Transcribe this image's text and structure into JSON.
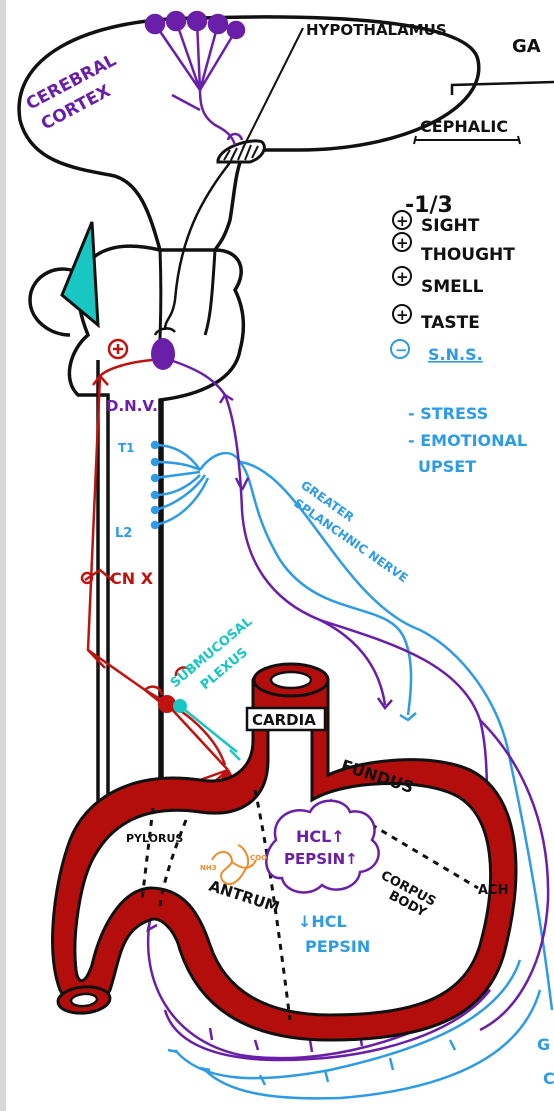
{
  "labels": {
    "hypothalamus": "HYPOTHALAMUS",
    "ga_fragment": "GA",
    "cerebral": "CEREBRAL",
    "cortex": "CORTEX",
    "cephalic": "CEPHALIC",
    "fraction": "-1/3",
    "dnv": "D.N.V.",
    "t1": "T1",
    "l2": "L2",
    "cnx": "CN X",
    "greater": "GREATER",
    "splanchnic": "SPLANCHNIC NERVE",
    "submucosal": "SUBMUCOSAL",
    "plexus": "PLEXUS",
    "cardia": "CARDIA",
    "fundus": "FUNDUS",
    "pylorus": "PYLORUS",
    "hcl_up": "HCL↑",
    "pepsin_up": "PEPSIN↑",
    "corpus": "CORPUS",
    "body": "BODY",
    "antrum": "ANTRUM",
    "hcl_down": "↓HCL",
    "pepsin": "PEPSIN",
    "ach": "ACH",
    "nh3": "NH3",
    "coo": "COO",
    "bottom_g": "G",
    "bottom_c": "C"
  },
  "stimuli": [
    {
      "sign": "+",
      "label": "SIGHT"
    },
    {
      "sign": "+",
      "label": "THOUGHT"
    },
    {
      "sign": "+",
      "label": "SMELL"
    },
    {
      "sign": "+",
      "label": "TASTE"
    },
    {
      "sign": "−",
      "label": "S.N.S."
    }
  ],
  "inhibitors": [
    "- STRESS",
    "- EMOTIONAL",
    "UPSET"
  ],
  "colors": {
    "purple": "#6a1fa8",
    "blue": "#2e9be6",
    "red": "#c0130f",
    "darkred": "#a00c0c",
    "teal": "#18c6c2",
    "orange": "#f08a2a",
    "black": "#111111"
  }
}
